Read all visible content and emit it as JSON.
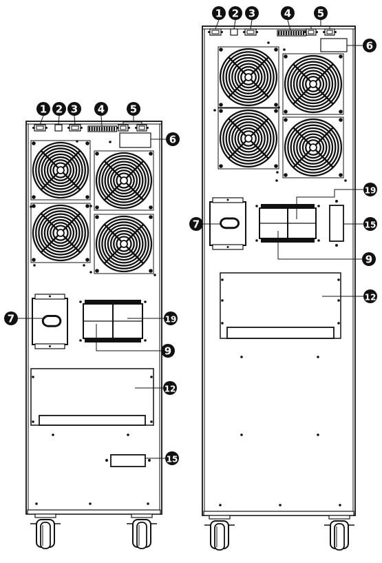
{
  "units": [
    {
      "id": "left",
      "callouts": [
        {
          "id": "c1",
          "label": "1"
        },
        {
          "id": "c2",
          "label": "2"
        },
        {
          "id": "c3",
          "label": "3"
        },
        {
          "id": "c4",
          "label": "4"
        },
        {
          "id": "c5",
          "label": "5"
        },
        {
          "id": "c6",
          "label": "6"
        },
        {
          "id": "c7",
          "label": "7"
        },
        {
          "id": "c19",
          "label": "19"
        },
        {
          "id": "c9",
          "label": "9"
        },
        {
          "id": "c12",
          "label": "12"
        },
        {
          "id": "c15",
          "label": "15"
        }
      ]
    },
    {
      "id": "right",
      "callouts": [
        {
          "id": "c1",
          "label": "1"
        },
        {
          "id": "c2",
          "label": "2"
        },
        {
          "id": "c3",
          "label": "3"
        },
        {
          "id": "c4",
          "label": "4"
        },
        {
          "id": "c5",
          "label": "5"
        },
        {
          "id": "c6",
          "label": "6"
        },
        {
          "id": "c19",
          "label": "19"
        },
        {
          "id": "c7",
          "label": "7"
        },
        {
          "id": "c15",
          "label": "15"
        },
        {
          "id": "c9",
          "label": "9"
        },
        {
          "id": "c12",
          "label": "12"
        }
      ]
    }
  ],
  "colors": {
    "line": "#111111",
    "fill": "#ffffff",
    "callout": "#111111",
    "callout_text": "#ffffff"
  }
}
